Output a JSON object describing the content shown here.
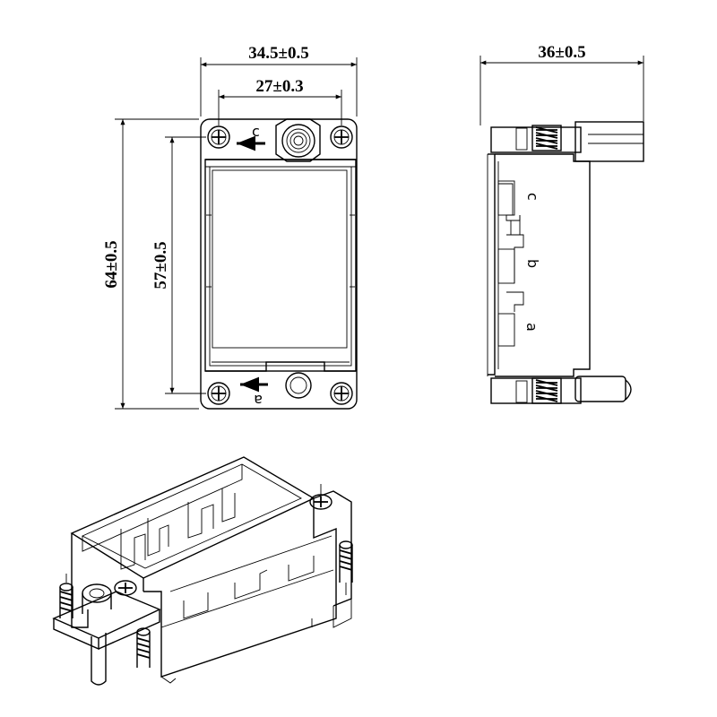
{
  "dimensions": {
    "width_outer": "34.5±0.5",
    "width_inner": "27±0.3",
    "height_outer": "64±0.5",
    "height_inner": "57±0.5",
    "depth": "36±0.5"
  },
  "front_labels": {
    "top": "c",
    "bottom": "a"
  },
  "side_labels": {
    "c": "c",
    "b": "b",
    "a": "a"
  }
}
